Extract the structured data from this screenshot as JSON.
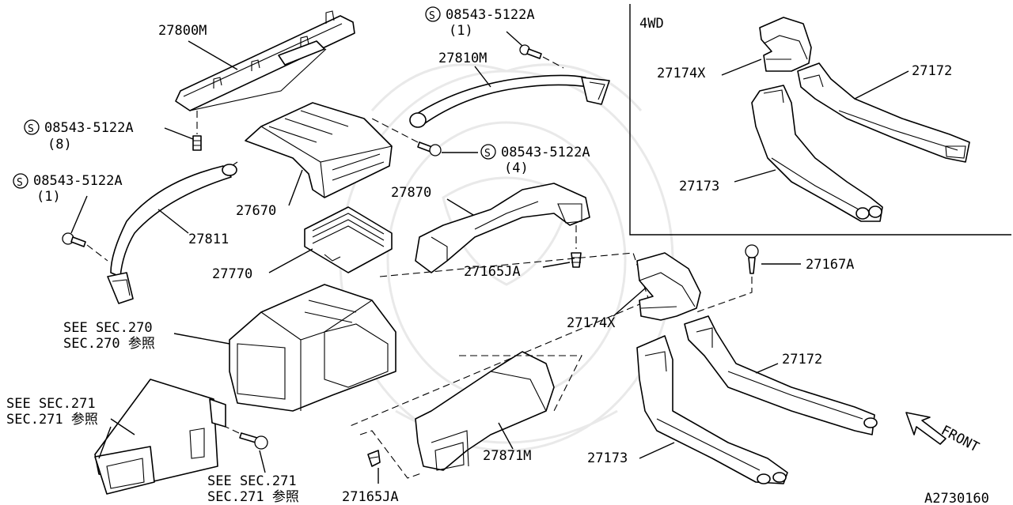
{
  "diagram": {
    "inset_title": "4WD",
    "code": "A2730160",
    "front_label": "FRONT",
    "callouts": {
      "p27800M": "27800M",
      "p27810M": "27810M",
      "p27670": "27670",
      "p27811": "27811",
      "p27770": "27770",
      "p27870": "27870",
      "p27165JA_a": "27165JA",
      "p27165JA_b": "27165JA",
      "p27174X_main": "27174X",
      "p27174X_inset": "27174X",
      "p27172_main": "27172",
      "p27172_inset": "27172",
      "p27173_main": "27173",
      "p27173_inset": "27173",
      "p27167A": "27167A",
      "p27871M": "27871M"
    },
    "screws": {
      "s1": {
        "symbol": "S",
        "number": "08543-5122A",
        "qty": "(1)"
      },
      "s2": {
        "symbol": "S",
        "number": "08543-5122A",
        "qty": "(8)"
      },
      "s3": {
        "symbol": "S",
        "number": "08543-5122A",
        "qty": "(1)"
      },
      "s4": {
        "symbol": "S",
        "number": "08543-5122A",
        "qty": "(4)"
      }
    },
    "see_refs": {
      "sec270_a": "SEE SEC.270",
      "sec270_b": "SEC.270 参照",
      "sec271_a": "SEE SEC.271",
      "sec271_b": "SEC.271 参照",
      "sec271_c": "SEE SEC.271",
      "sec271_d": "SEC.271 参照"
    }
  }
}
